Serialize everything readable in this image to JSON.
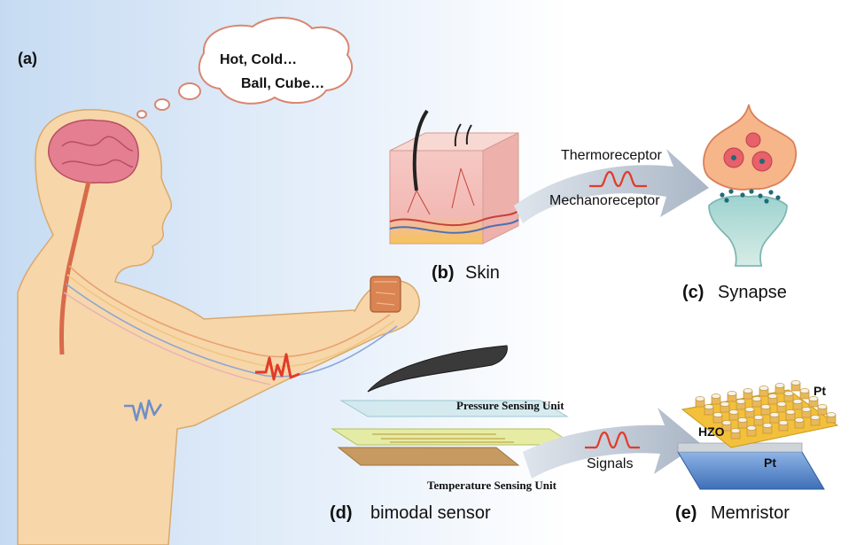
{
  "panels": {
    "a": {
      "letter": "(a)",
      "thought_line1": "Hot, Cold…",
      "thought_line2": "Ball, Cube…"
    },
    "b": {
      "letter": "(b)",
      "label": "Skin"
    },
    "c": {
      "letter": "(c)",
      "label": "Synapse"
    },
    "d": {
      "letter": "(d)",
      "label": "bimodal sensor",
      "pressure_unit": "Pressure Sensing Unit",
      "temperature_unit": "Temperature Sensing Unit"
    },
    "e": {
      "letter": "(e)",
      "label": "Memristor",
      "top_electrode": "Pt",
      "switching_layer": "HZO",
      "bottom_electrode": "Pt"
    }
  },
  "arrows": {
    "upper_top": "Thermoreceptor",
    "upper_bottom": "Mechanoreceptor",
    "lower": "Signals"
  },
  "colors": {
    "background_blue": "#cfe0f3",
    "skin_tone": "#f5d2a3",
    "brain_pink": "#e07a8c",
    "spike_red": "#e23b2a",
    "nerve_blue": "#6f8fc5",
    "arrow_gray": "#b9c4d2"
  }
}
